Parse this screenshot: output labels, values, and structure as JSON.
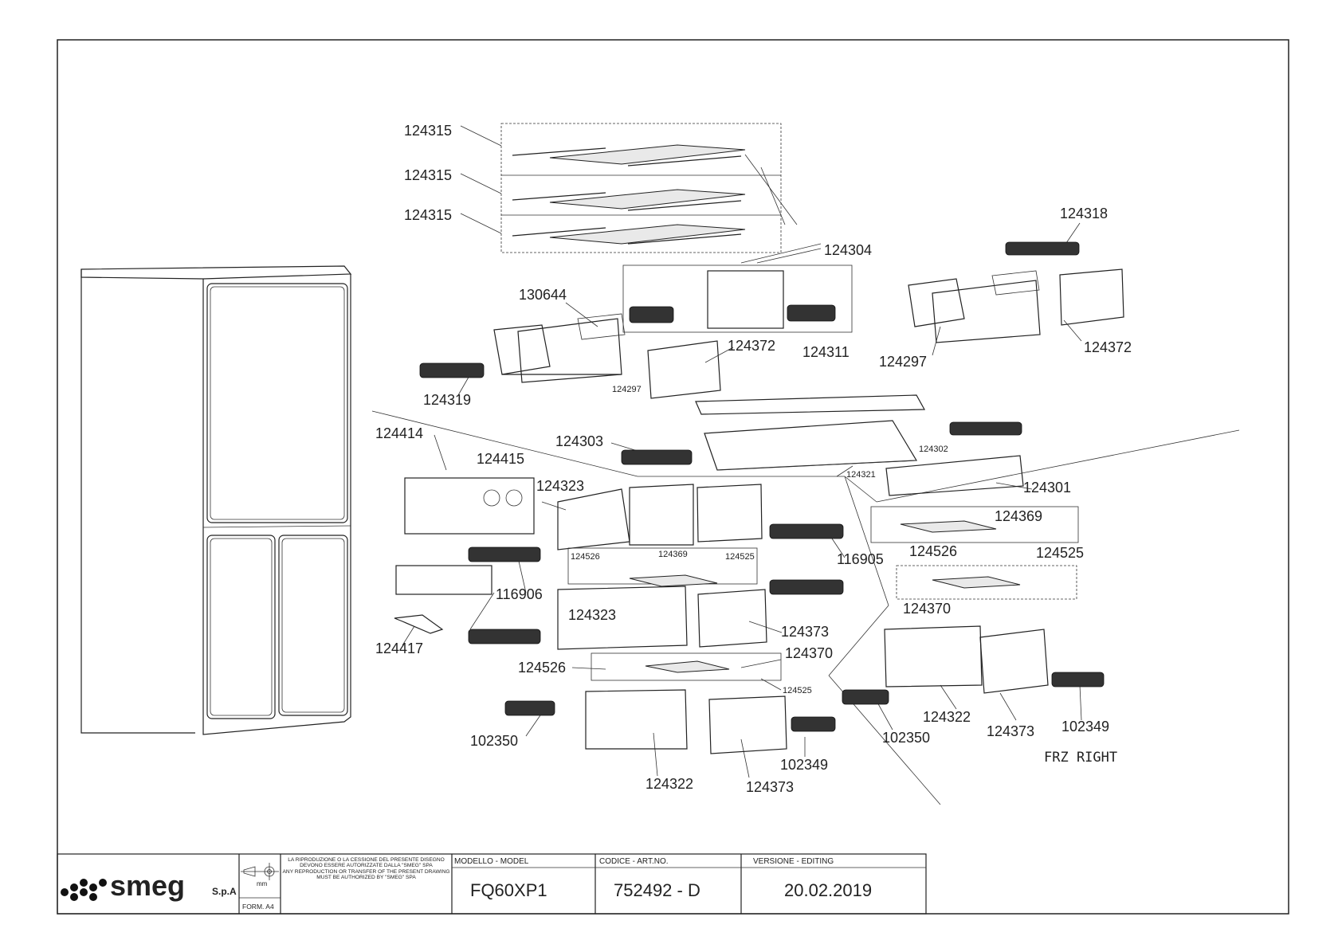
{
  "drawing": {
    "area_label": "FRZ RIGHT",
    "part_labels": [
      {
        "id": "l1",
        "code": "124315"
      },
      {
        "id": "l2",
        "code": "124315"
      },
      {
        "id": "l3",
        "code": "124315"
      },
      {
        "id": "l4",
        "code": "124318"
      },
      {
        "id": "l5",
        "code": "124304"
      },
      {
        "id": "l6",
        "code": "130644"
      },
      {
        "id": "l7",
        "code": "124372"
      },
      {
        "id": "l8",
        "code": "124311"
      },
      {
        "id": "l9",
        "code": "124297"
      },
      {
        "id": "l10",
        "code": "124372"
      },
      {
        "id": "l11",
        "code": "124319"
      },
      {
        "id": "l12",
        "code": "124297"
      },
      {
        "id": "l13",
        "code": "124414"
      },
      {
        "id": "l14",
        "code": "124415"
      },
      {
        "id": "l15",
        "code": "124303"
      },
      {
        "id": "l16",
        "code": "124302"
      },
      {
        "id": "l17",
        "code": "124321"
      },
      {
        "id": "l18",
        "code": "124301"
      },
      {
        "id": "l19",
        "code": "124323"
      },
      {
        "id": "l20",
        "code": "124369"
      },
      {
        "id": "l21",
        "code": "124526"
      },
      {
        "id": "l22",
        "code": "124525"
      },
      {
        "id": "l23",
        "code": "124526"
      },
      {
        "id": "l24",
        "code": "124369"
      },
      {
        "id": "l25",
        "code": "124525"
      },
      {
        "id": "l26",
        "code": "116905"
      },
      {
        "id": "l27",
        "code": "116906"
      },
      {
        "id": "l28",
        "code": "124370"
      },
      {
        "id": "l29",
        "code": "124323"
      },
      {
        "id": "l30",
        "code": "124373"
      },
      {
        "id": "l31",
        "code": "124417"
      },
      {
        "id": "l32",
        "code": "124370"
      },
      {
        "id": "l33",
        "code": "124526"
      },
      {
        "id": "l34",
        "code": "124525"
      },
      {
        "id": "l35",
        "code": "102350"
      },
      {
        "id": "l36",
        "code": "124322"
      },
      {
        "id": "l37",
        "code": "124373"
      },
      {
        "id": "l38",
        "code": "102349"
      },
      {
        "id": "l39",
        "code": "102350"
      },
      {
        "id": "l40",
        "code": "124322"
      },
      {
        "id": "l41",
        "code": "124373"
      },
      {
        "id": "l42",
        "code": "102349"
      }
    ]
  },
  "title_block": {
    "brand": "smeg",
    "brand_suffix": "S.p.A",
    "unit": "mm",
    "format": "FORM. A4",
    "notice_it": "LA RIPRODUZIONE O LA CESSIONE DEL PRESENTE DISEGNO DEVONO ESSERE AUTORIZZATE DALLA \"SMEG\" SPA",
    "notice_en": "ANY REPRODUCTION OR TRANSFER OF THE PRESENT DRAWING MUST BE AUTHORIZED BY \"SMEG\" SPA",
    "model_header": "MODELLO - MODEL",
    "model_value": "FQ60XP1",
    "code_header": "CODICE - ART.NO.",
    "code_value": "752492 - D",
    "version_header": "VERSIONE - EDITING",
    "version_value": "20.02.2019"
  }
}
